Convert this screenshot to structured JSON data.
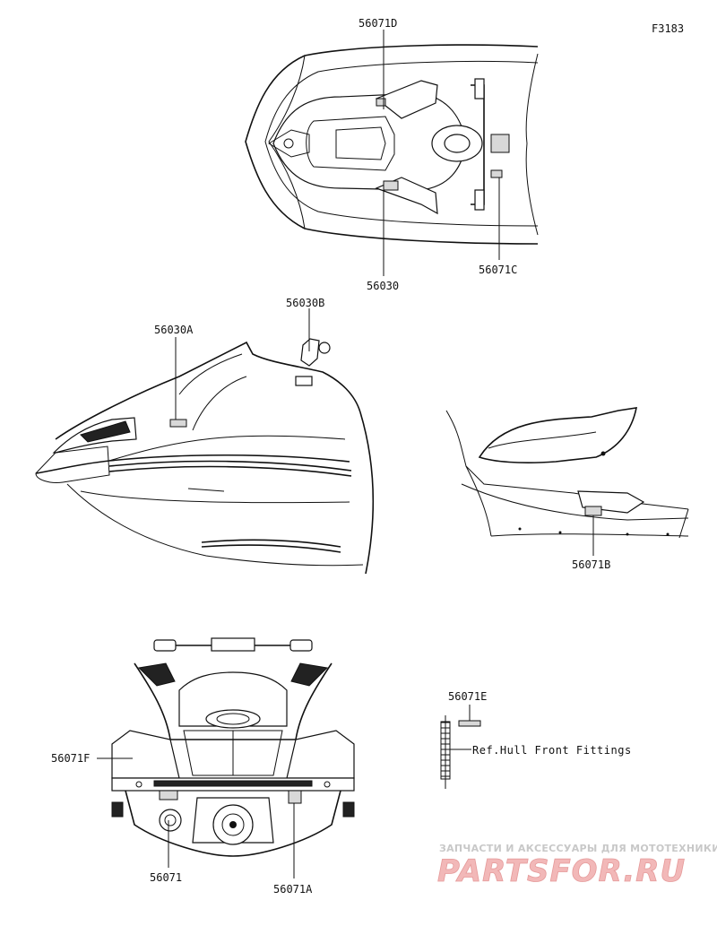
{
  "figure_code": "F3183",
  "callouts": {
    "top_view_top": "56071D",
    "top_view_center": "56030",
    "top_view_right": "56071C",
    "bow_side_left": "56030A",
    "bow_side_right": "56030B",
    "seat_side": "56071B",
    "rear_view_left_side": "56071F",
    "rear_view_bottom_left": "56071",
    "rear_view_bottom_right": "56071A",
    "fitting_part": "56071E"
  },
  "reference_note": "Ref.Hull Front Fittings",
  "watermark": {
    "tagline": "ЗАПЧАСТИ И АКСЕССУАРЫ ДЛЯ МОТОТЕХНИКИ",
    "brand": "PARTSFOR.RU"
  }
}
